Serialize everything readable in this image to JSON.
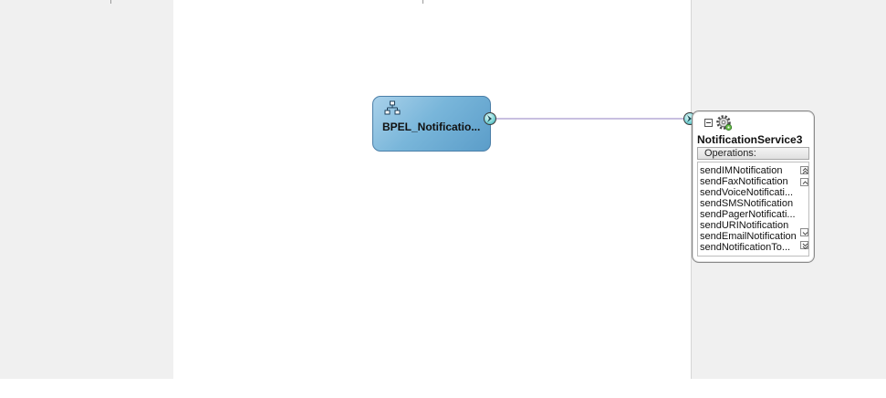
{
  "bpel_component": {
    "label": "BPEL_Notificatio...",
    "icon": "process-hierarchy-icon"
  },
  "wire": {
    "color": "#c8bfe0"
  },
  "notification_service": {
    "title": "NotificationService3",
    "icon": "gear-icon",
    "operations_label": "Operations:",
    "operations": [
      "sendIMNotification",
      "sendFaxNotification",
      "sendVoiceNotificati...",
      "sendSMSNotification",
      "sendPagerNotificati...",
      "sendURINotification",
      "sendEmailNotification",
      "sendNotificationTo..."
    ]
  },
  "colors": {
    "component_blue": "#79b6da",
    "port_teal": "#2b9ea4",
    "lane_gray": "#f0f0f0"
  }
}
